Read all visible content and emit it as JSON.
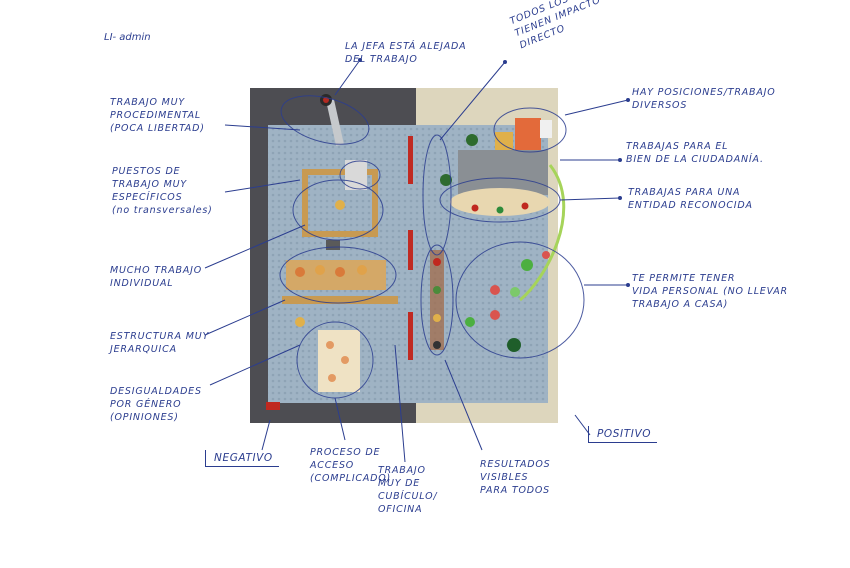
{
  "header": {
    "title": "LI- admin"
  },
  "photo": {
    "left_area_color": "#4d4d52",
    "right_area_color": "#ddd6bd",
    "baseplate_color": "#9fb3c4",
    "road_dash_color": "#c02a22"
  },
  "annotations": {
    "jefa": "LA JEFA ESTÁ ALEJADA\nDEL TRABAJO",
    "todos_trabajos": "TODOS LOS TRABAJOS\nTIENEN IMPACTO\nDIRECTO",
    "procedimental": "TRABAJO MUY\nPROCEDIMENTAL\n(POCA LIBERTAD)",
    "puestos": "PUESTOS DE\nTRABAJO MUY\nESPECÍFICOS\n(no transversales)",
    "individual": "MUCHO TRABAJO\nINDIVIDUAL",
    "jerarquica": "ESTRUCTURA MUY\nJERARQUICA",
    "desigualdades": "DESIGUALDADES\nPOR GÉNERO\n(OPINIONES)",
    "posiciones": "HAY POSICIONES/TRABAJO\nDIVERSOS",
    "ciudadania": "TRABAJAS PARA EL\nBIEN DE LA CIUDADANÍA.",
    "entidad": "TRABAJAS PARA UNA\nENTIDAD RECONOCIDA",
    "vida_personal": "TE PERMITE TENER\nVIDA PERSONAL (NO LLEVAR\nTRABAJO A CASA)",
    "proceso": "PROCESO DE\nACCESO\n(COMPLICADO)",
    "cubiculo": "TRABAJO\nMUY DE\nCUBÍCULO/\nOFICINA",
    "resultados": "RESULTADOS\nVISIBLES\nPARA TODOS"
  },
  "labels": {
    "negativo": "NEGATIVO",
    "positivo": "POSITIVO"
  }
}
